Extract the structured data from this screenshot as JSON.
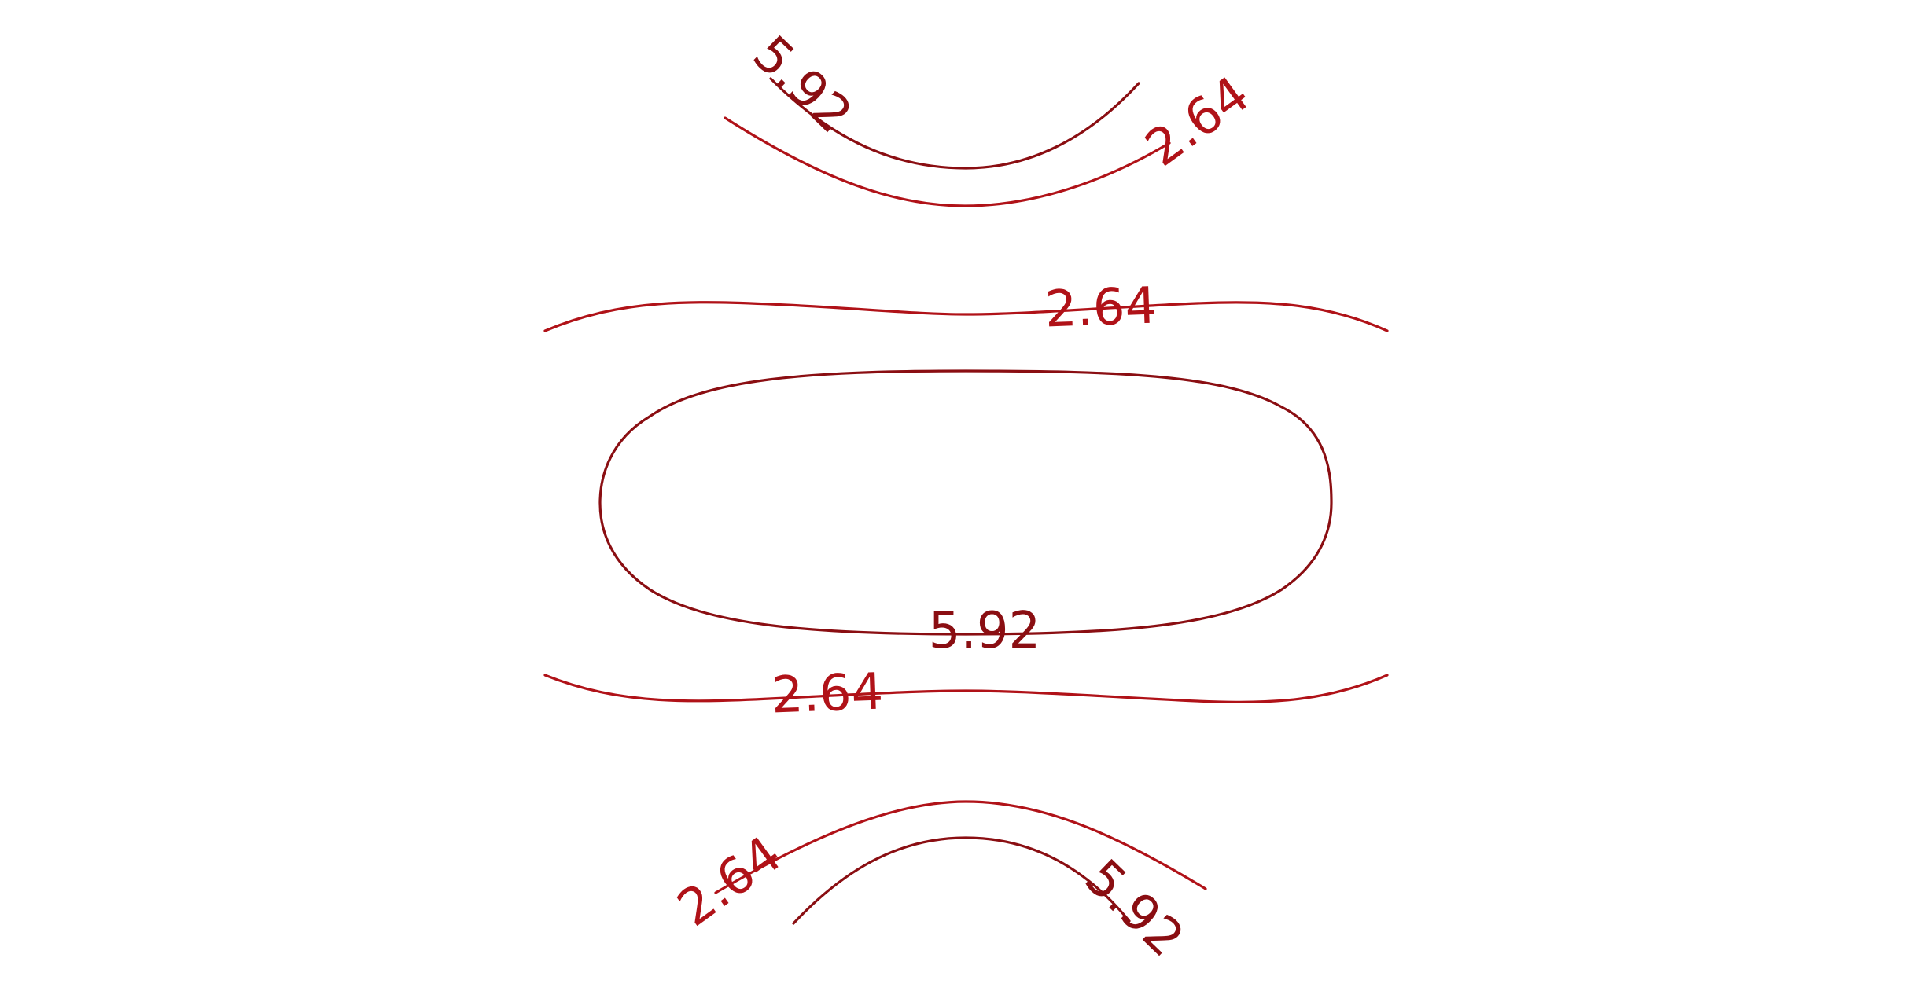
{
  "chart_data": {
    "type": "contour",
    "title": "",
    "xlabel": "",
    "ylabel": "",
    "axes_visible": false,
    "grid": false,
    "legend": "none",
    "levels": [
      {
        "value": 2.64,
        "label": "2.64",
        "color": "#b01218"
      },
      {
        "value": 5.92,
        "label": "5.92",
        "color": "#8a0e12"
      }
    ]
  }
}
